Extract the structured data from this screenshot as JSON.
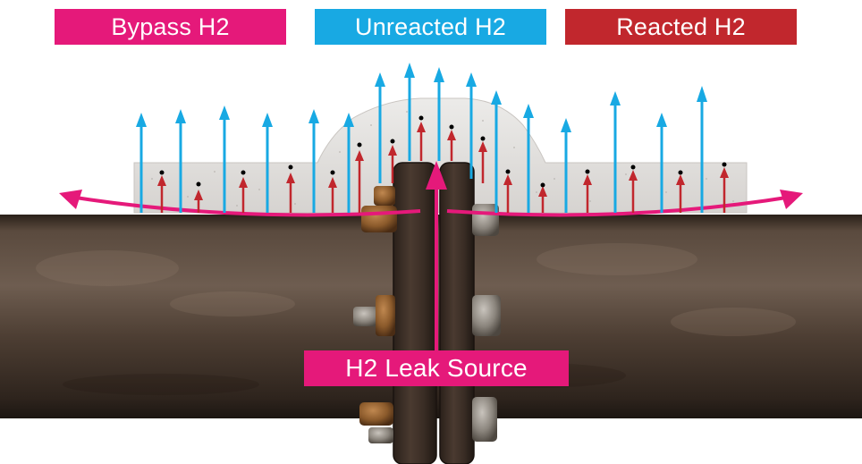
{
  "legend": {
    "bypass": {
      "label": "Bypass H2",
      "color": "#e5197a"
    },
    "unreacted": {
      "label": "Unreacted H2",
      "color": "#18a9e3"
    },
    "reacted": {
      "label": "Reacted H2",
      "color": "#c1272d"
    }
  },
  "leak_source": {
    "label": "H2 Leak Source",
    "color": "#e5197a"
  },
  "colors": {
    "pipe": "#4a3a30",
    "flange": "#3e3028",
    "coating": "#e6e4e2",
    "bolt": "#8a8580",
    "rust": "#8b5a2b"
  }
}
